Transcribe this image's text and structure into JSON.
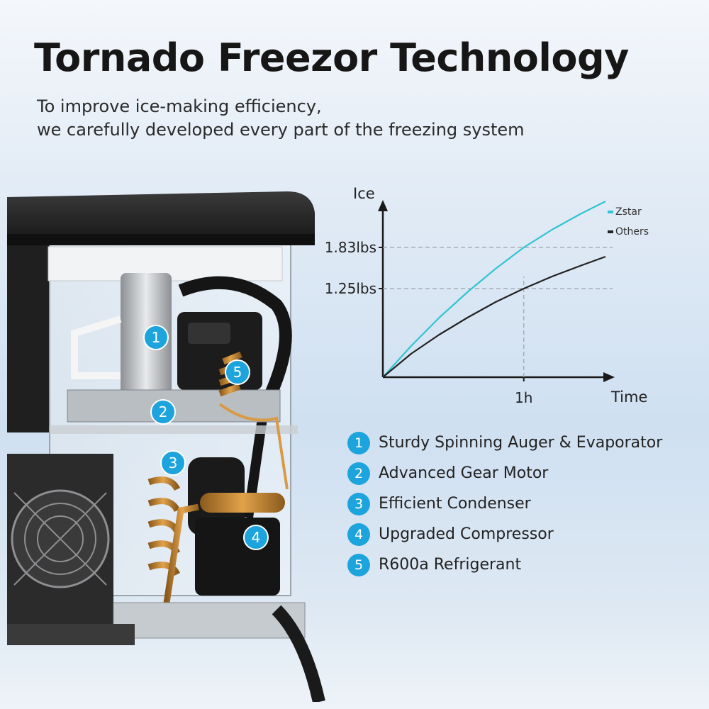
{
  "header": {
    "title": "Tornado Freezor Technology",
    "subtitle_line1": "To improve ice-making efficiency,",
    "subtitle_line2": "we carefully developed every part of the freezing system"
  },
  "callouts": [
    "1",
    "2",
    "3",
    "4",
    "5"
  ],
  "features": [
    {
      "num": "1",
      "label": "Sturdy Spinning Auger & Evaporator"
    },
    {
      "num": "2",
      "label": "Advanced Gear Motor"
    },
    {
      "num": "3",
      "label": "Efficient Condenser"
    },
    {
      "num": "4",
      "label": "Upgraded Compressor"
    },
    {
      "num": "5",
      "label": "R600a Refrigerant"
    }
  ],
  "colors": {
    "accent": "#1ea4dc",
    "zstar_line": "#33c3d1",
    "others_line": "#222222"
  },
  "chart_data": {
    "type": "line",
    "xlabel": "Time",
    "ylabel": "Ice",
    "x_ticks": [
      {
        "value": 1,
        "label": "1h"
      }
    ],
    "y_ticks": [
      {
        "value": 1.25,
        "label": "1.25lbs"
      },
      {
        "value": 1.83,
        "label": "1.83lbs"
      }
    ],
    "xlim": [
      0,
      1.6
    ],
    "ylim": [
      0,
      2.42
    ],
    "grid": "dashed reference lines at tick values",
    "legend": "top-right",
    "series": [
      {
        "name": "Zstar",
        "x": [
          0,
          0.2,
          0.4,
          0.6,
          0.8,
          1.0,
          1.2,
          1.4,
          1.58
        ],
        "y": [
          0,
          0.44,
          0.84,
          1.2,
          1.53,
          1.83,
          2.08,
          2.3,
          2.48
        ]
      },
      {
        "name": "Others",
        "x": [
          0,
          0.2,
          0.4,
          0.6,
          0.8,
          1.0,
          1.2,
          1.4,
          1.58
        ],
        "y": [
          0,
          0.33,
          0.6,
          0.84,
          1.06,
          1.25,
          1.42,
          1.57,
          1.7
        ]
      }
    ]
  }
}
